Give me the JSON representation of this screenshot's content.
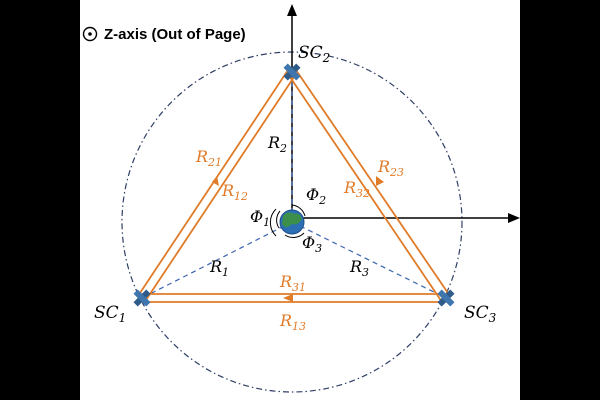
{
  "legend": {
    "text": "Z-axis (Out of Page)",
    "symbol": "dot-in-circle-icon"
  },
  "spacecraft": [
    {
      "name": "SC",
      "sub": "1"
    },
    {
      "name": "SC",
      "sub": "2"
    },
    {
      "name": "SC",
      "sub": "3"
    }
  ],
  "radii": [
    {
      "name": "R",
      "sub": "1"
    },
    {
      "name": "R",
      "sub": "2"
    },
    {
      "name": "R",
      "sub": "3"
    }
  ],
  "arms": [
    {
      "name": "R",
      "sub": "21"
    },
    {
      "name": "R",
      "sub": "12"
    },
    {
      "name": "R",
      "sub": "23"
    },
    {
      "name": "R",
      "sub": "32"
    },
    {
      "name": "R",
      "sub": "31"
    },
    {
      "name": "R",
      "sub": "13"
    }
  ],
  "angles": [
    {
      "name": "Φ",
      "sub": "1"
    },
    {
      "name": "Φ",
      "sub": "2"
    },
    {
      "name": "Φ",
      "sub": "3"
    }
  ],
  "colors": {
    "arm": "#e07b28",
    "dashed_radius": "#3a64b0",
    "orbit": "#2e3f66",
    "axis": "#000000",
    "satellite": "#2e5b8a",
    "earth": "#3b8f4a"
  }
}
